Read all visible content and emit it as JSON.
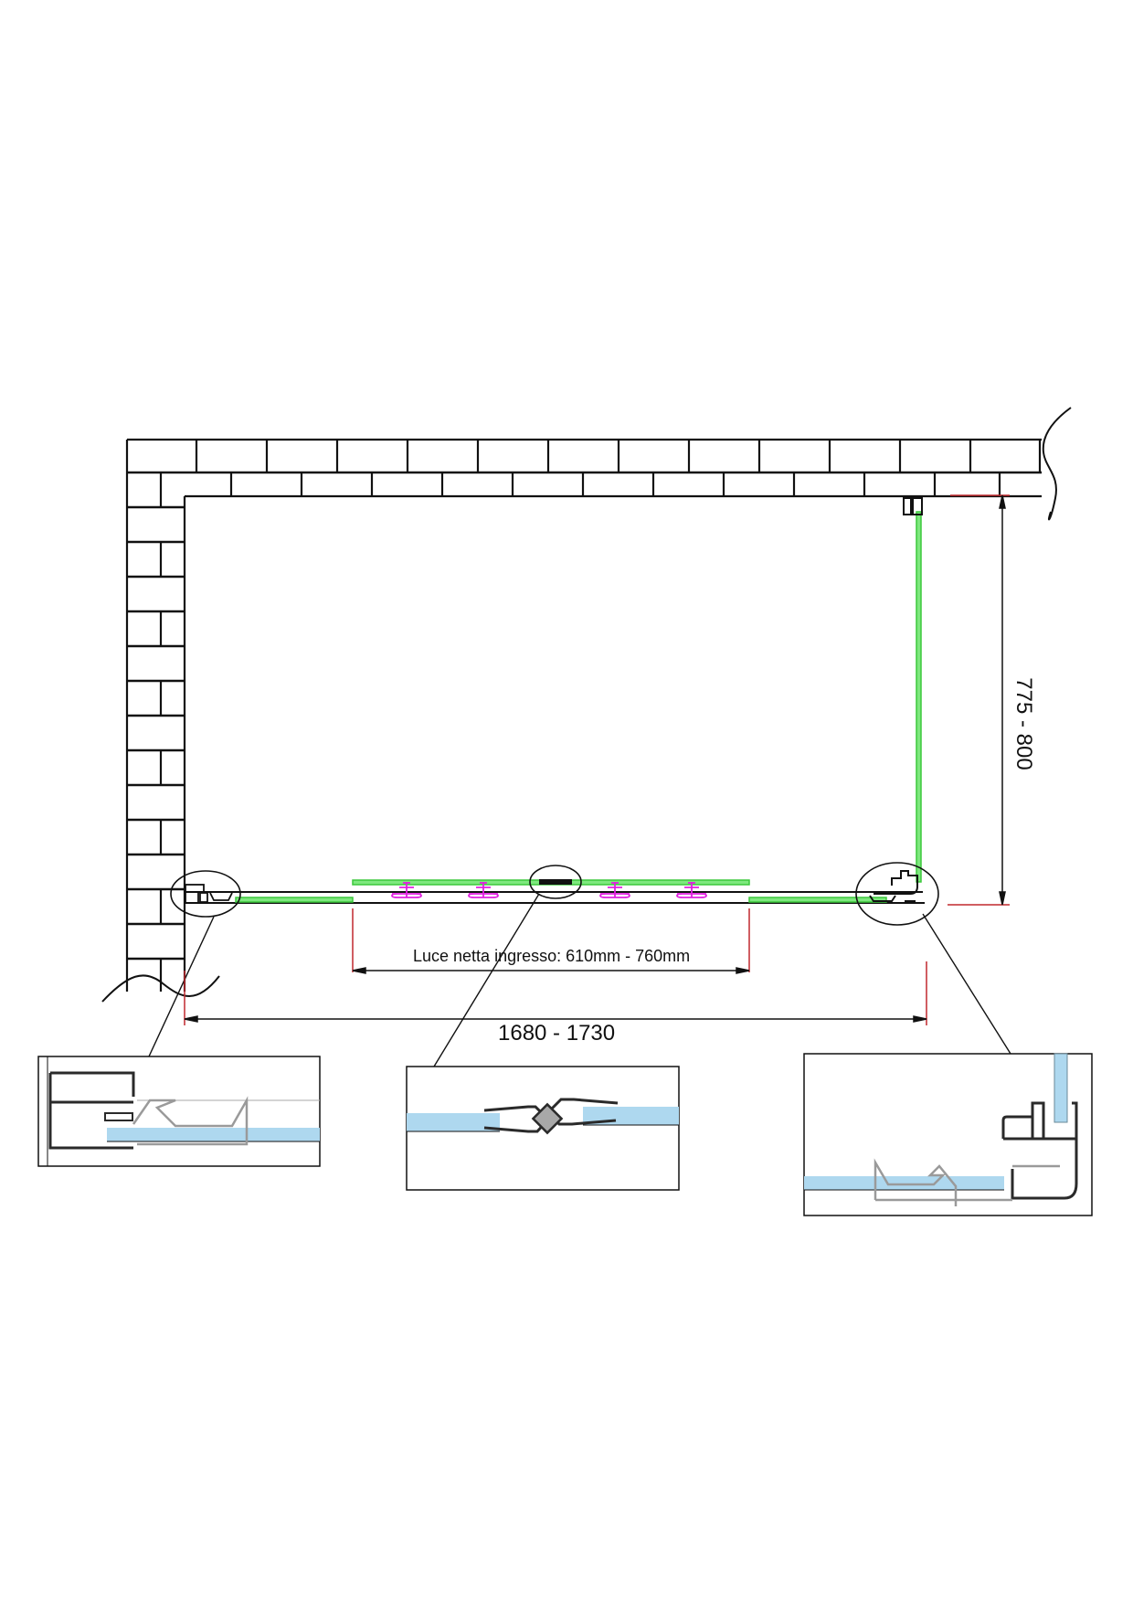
{
  "drawing": {
    "type": "shower enclosure plan view",
    "colors": {
      "wall_line": "#111111",
      "glass_panel": "#4cd964",
      "roller": "#e020e0",
      "dimension_extension": "#c0282d",
      "glass_section": "#aed8ef",
      "profile_dark": "#2a2a2a",
      "profile_light": "#9a9a9a"
    }
  },
  "dimensions": {
    "opening_label": "Luce netta ingresso: 610mm - 760mm",
    "width_label": "1680 - 1730",
    "depth_label": "775 - 800"
  },
  "details": [
    {
      "name": "left-wall-profile-detail"
    },
    {
      "name": "magnetic-seal-joint-detail"
    },
    {
      "name": "corner-profile-detail"
    }
  ]
}
